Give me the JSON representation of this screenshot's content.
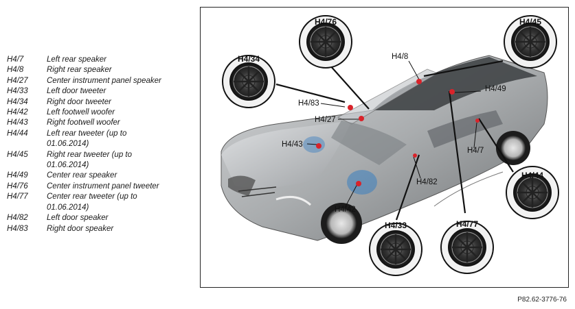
{
  "legend": [
    {
      "code": "H4/7",
      "desc": "Left rear speaker"
    },
    {
      "code": "H4/8",
      "desc": "Right rear speaker"
    },
    {
      "code": "H4/27",
      "desc": "Center instrument panel speaker"
    },
    {
      "code": "H4/33",
      "desc": "Left door tweeter"
    },
    {
      "code": "H4/34",
      "desc": "Right door tweeter"
    },
    {
      "code": "H4/42",
      "desc": "Left footwell woofer"
    },
    {
      "code": "H4/43",
      "desc": "Right footwell woofer"
    },
    {
      "code": "H4/44",
      "desc": "Left rear tweeter (up to\n01.06.2014)"
    },
    {
      "code": "H4/45",
      "desc": "Right rear tweeter (up to\n01.06.2014)"
    },
    {
      "code": "H4/49",
      "desc": "Center rear speaker"
    },
    {
      "code": "H4/76",
      "desc": "Center instrument panel tweeter"
    },
    {
      "code": "H4/77",
      "desc": "Center rear tweeter (up to\n01.06.2014)"
    },
    {
      "code": "H4/82",
      "desc": "Left door speaker"
    },
    {
      "code": "H4/83",
      "desc": "Right door speaker"
    }
  ],
  "diagram": {
    "circle_labels": {
      "h4_34": "H4/34",
      "h4_76": "H4/76",
      "h4_45": "H4/45",
      "h4_44": "H4/44",
      "h4_77": "H4/77",
      "h4_33": "H4/33"
    },
    "callouts": {
      "h4_8": "H4/8",
      "h4_49": "H4/49",
      "h4_83": "H4/83",
      "h4_27": "H4/27",
      "h4_43": "H4/43",
      "h4_7": "H4/7",
      "h4_82": "H4/82",
      "h4_42": "H4/42"
    },
    "colors": {
      "speaker_marker": "#d9232a",
      "footwell_glow": "#3a7fc0",
      "car_body": "#a8abad"
    }
  },
  "reference": "P82.62-3776-76"
}
